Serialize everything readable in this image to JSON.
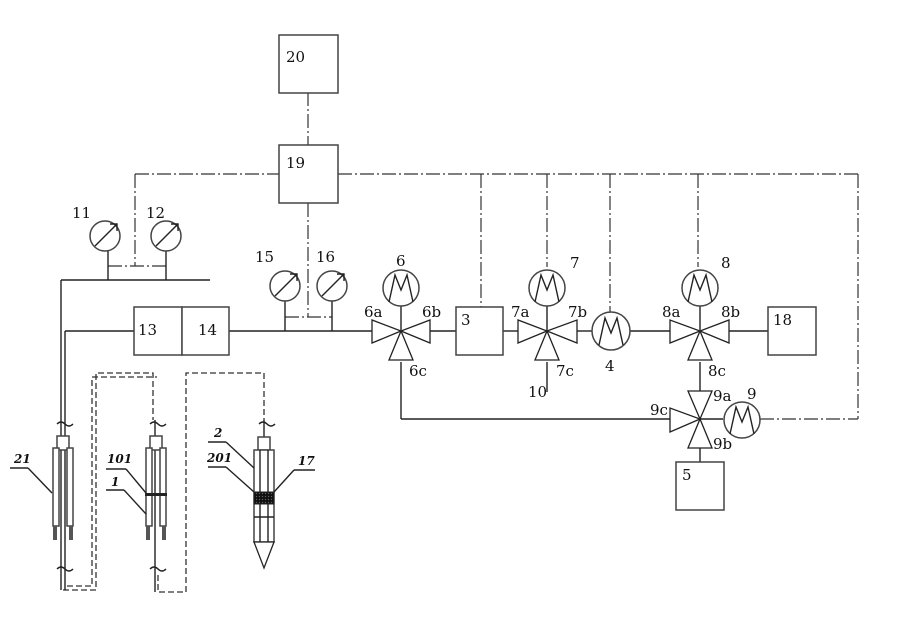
{
  "diagram": {
    "type": "schematic",
    "boxes": {
      "b3": "3",
      "b5": "5",
      "b13": "13",
      "b14": "14",
      "b18": "18",
      "b19": "19",
      "b20": "20"
    },
    "gauges": {
      "g11": "11",
      "g12": "12",
      "g15": "15",
      "g16": "16"
    },
    "pumps": {
      "p4": "4",
      "p6": "6",
      "p7": "7",
      "p8": "8",
      "p9": "9"
    },
    "valve_ports": {
      "v6a": "6a",
      "v6b": "6b",
      "v6c": "6c",
      "v7a": "7a",
      "v7b": "7b",
      "v7c": "7c",
      "v8a": "8a",
      "v8b": "8b",
      "v8c": "8c",
      "v9a": "9a",
      "v9b": "9b",
      "v9c": "9c"
    },
    "line_labels": {
      "l10": "10"
    },
    "probe_labels": {
      "p21": "21",
      "p101": "101",
      "p1": "1",
      "p2": "2",
      "p201": "201",
      "p17": "17"
    }
  }
}
